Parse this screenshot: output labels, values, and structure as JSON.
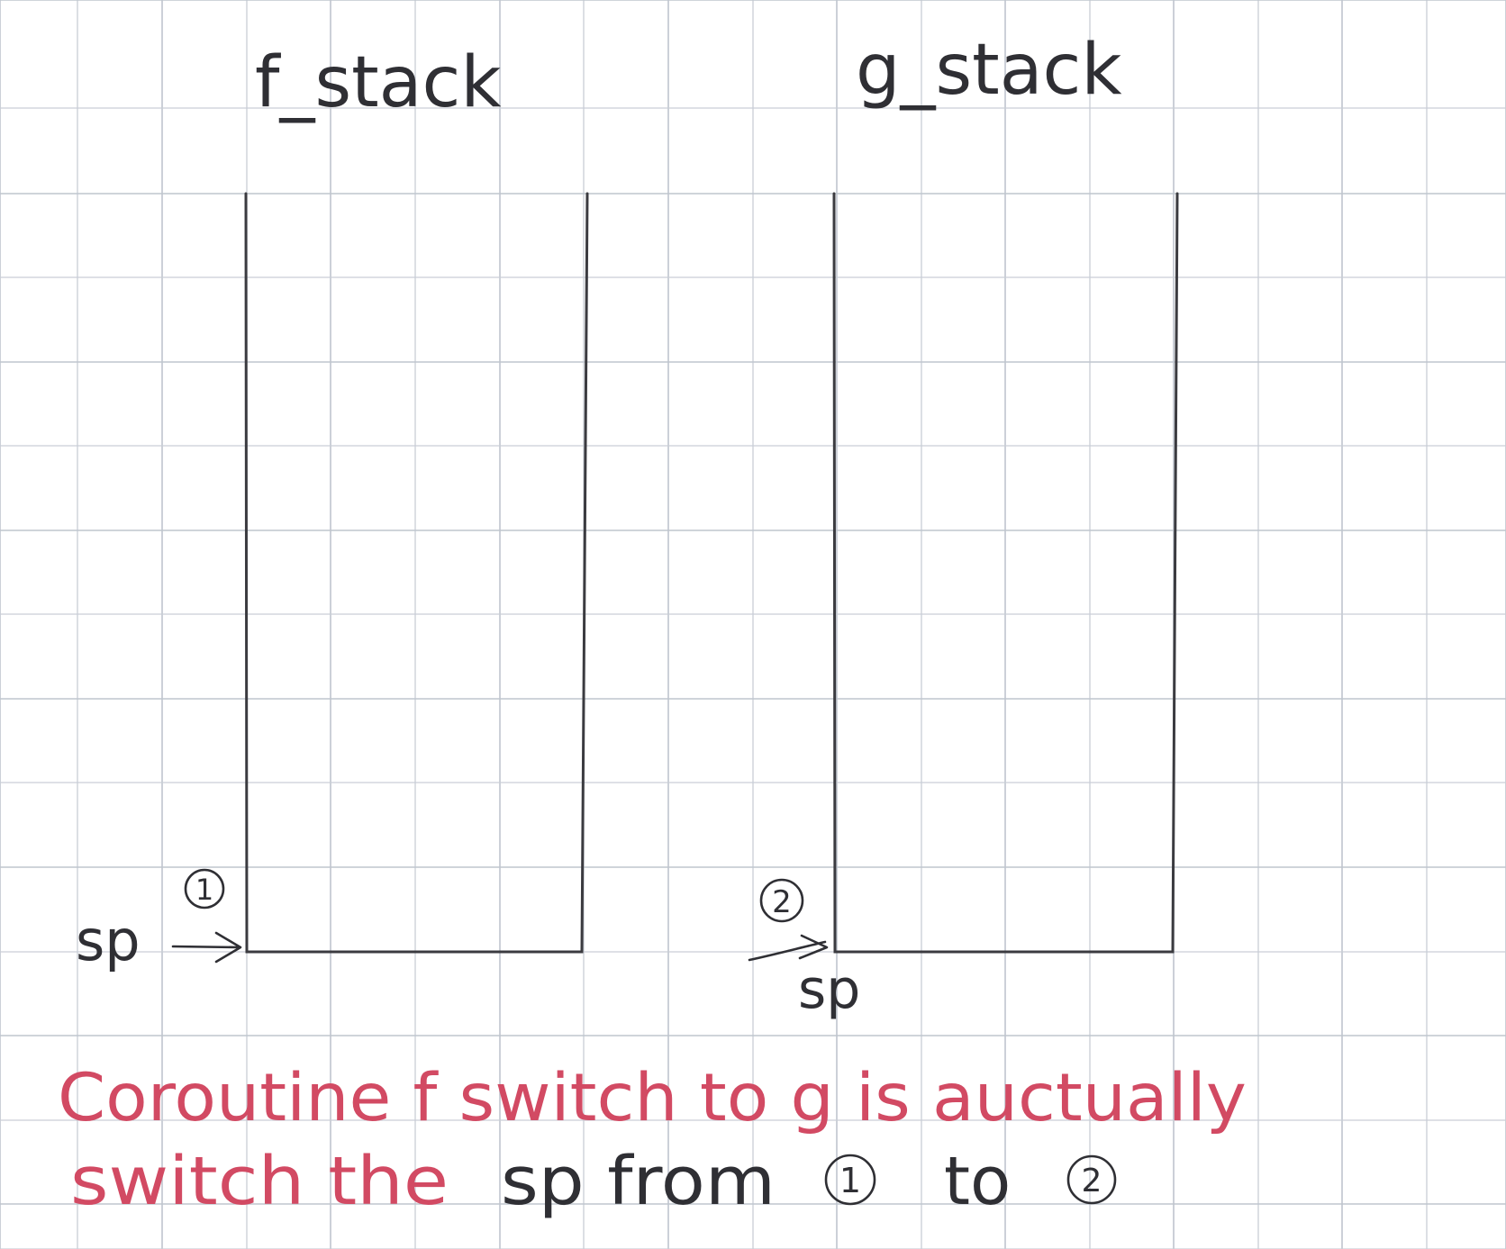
{
  "diagram": {
    "stacks": [
      {
        "id": "f",
        "label": "f_stack",
        "pointer_label": "sp",
        "marker": "1"
      },
      {
        "id": "g",
        "label": "g_stack",
        "pointer_label": "sp",
        "marker": "2"
      }
    ],
    "caption": {
      "line1": "Coroutine f switch to g is auctually",
      "line2_red": "switch the",
      "line2_black_1": "sp from",
      "line2_marker_1": "1",
      "line2_black_2": "to",
      "line2_marker_2": "2"
    },
    "colors": {
      "ink": "#2f2f34",
      "caption_red": "#d24a63",
      "grid": "#c9ced6",
      "paper": "#ffffff"
    }
  }
}
